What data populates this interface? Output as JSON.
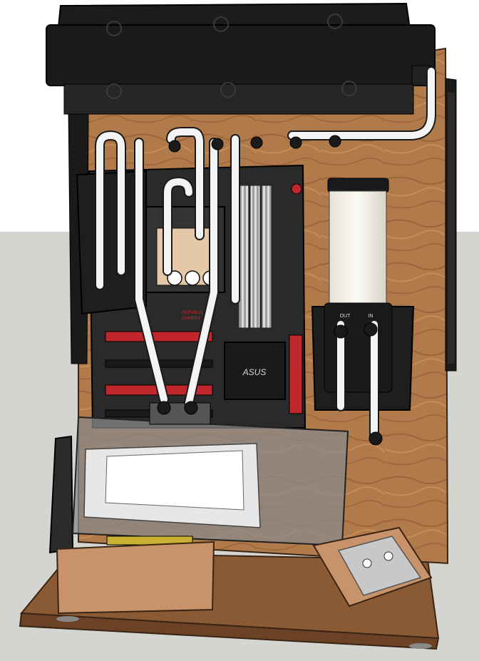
{
  "scene": {
    "labels": {
      "motherboard_brand": "ASUS",
      "rog_text_line1": "REPUBLIC OF",
      "rog_text_line2": "GAMERS",
      "reservoir_out": "OUT",
      "reservoir_in": "IN"
    },
    "colors": {
      "sky": "#ffffff",
      "ground": "#d4d4d0",
      "wood_panel": "#b07a4a",
      "wood_dark": "#7a4b2a",
      "radiator": "#1a1a1a",
      "tube": "#f4f4f4",
      "motherboard": "#2a2a2a",
      "accent_red": "#c0272d",
      "glass": "#8a8a8a"
    }
  }
}
